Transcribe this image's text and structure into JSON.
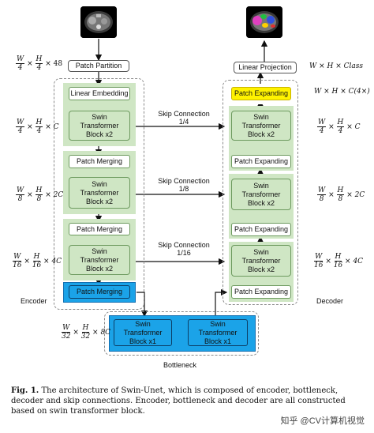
{
  "encoder": {
    "patch_partition": "Patch Partition",
    "linear_embedding": "Linear Embedding",
    "swin_block": "Swin Transformer Block x2",
    "patch_merging": "Patch Merging",
    "label": "Encoder"
  },
  "decoder": {
    "linear_projection": "Linear Projection",
    "patch_expanding": "Patch Expanding",
    "patch_expanding_4x": "Patch Expanding",
    "swin_block": "Swin Transformer Block x2",
    "label": "Decoder"
  },
  "bottleneck": {
    "block": "Swin Transformer Block x1",
    "label": "Bottleneck"
  },
  "skips": [
    {
      "label": "Skip Connection",
      "ratio": "1/4"
    },
    {
      "label": "Skip Connection",
      "ratio": "1/8"
    },
    {
      "label": "Skip Connection",
      "ratio": "1/16"
    }
  ],
  "dims": {
    "left": [
      {
        "a": "W",
        "b": "4",
        "c": "H",
        "d": "4",
        "e": "× 48"
      },
      {
        "a": "W",
        "b": "4",
        "c": "H",
        "d": "4",
        "e": "× C"
      },
      {
        "a": "W",
        "b": "8",
        "c": "H",
        "d": "8",
        "e": "× 2C"
      },
      {
        "a": "W",
        "b": "16",
        "c": "H",
        "d": "16",
        "e": "× 4C"
      },
      {
        "a": "W",
        "b": "32",
        "c": "H",
        "d": "32",
        "e": "× 8C"
      }
    ],
    "right_top1": "W × H × Class",
    "right_top2": "W × H × C(4×)",
    "right": [
      {
        "a": "W",
        "b": "4",
        "c": "H",
        "d": "4",
        "e": "× C"
      },
      {
        "a": "W",
        "b": "8",
        "c": "H",
        "d": "8",
        "e": "× 2C"
      },
      {
        "a": "W",
        "b": "16",
        "c": "H",
        "d": "16",
        "e": "× 4C"
      }
    ]
  },
  "caption": {
    "fig": "Fig. 1.",
    "text": " The architecture of Swin-Unet, which is composed of encoder, bottleneck, decoder and skip connections. Encoder, bottleneck and decoder are all constructed based on swin transformer block."
  },
  "watermark": "知乎 @CV计算机视觉",
  "colors": {
    "green": "#cfe6c4",
    "blue": "#1ba3e8",
    "yellow": "#fff200"
  }
}
